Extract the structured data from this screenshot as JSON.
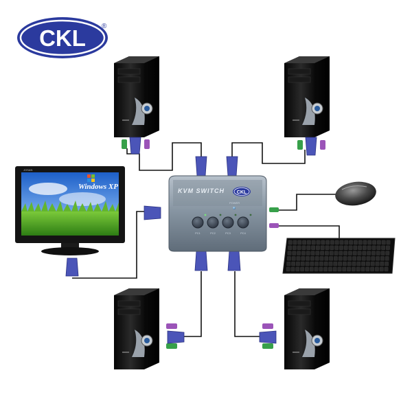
{
  "logo": {
    "text": "CKL",
    "registered": "®"
  },
  "monitor": {
    "brand": "JOSAN",
    "os_label": "Windows XP"
  },
  "kvm_switch": {
    "title": "KVM SWITCH",
    "badge": "CKL",
    "power_label": "POWER",
    "port_labels": [
      "PC1",
      "PC2",
      "PC3",
      "PC4"
    ]
  },
  "colors": {
    "logo_blue": "#2b3a9e",
    "cable": "#111111",
    "vga_blue": "#4b55b8",
    "ps2_green": "#37a04a",
    "ps2_purple": "#9b54b8",
    "kvm_body": "#8c99a6"
  }
}
